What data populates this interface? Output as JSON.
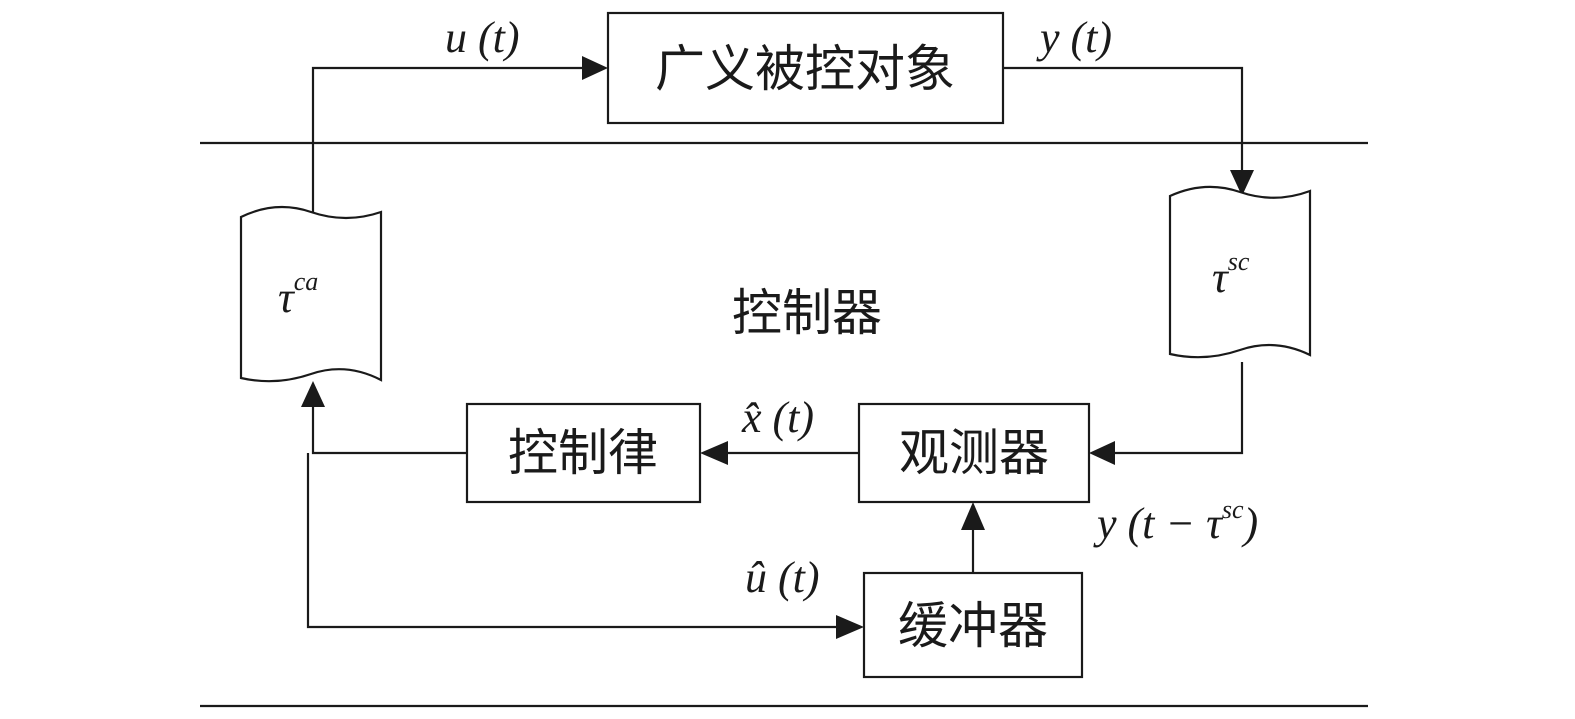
{
  "blocks": {
    "plant": "广义被控对象",
    "controller_label": "控制器",
    "control_law": "控制律",
    "observer": "观测器",
    "buffer": "缓冲器"
  },
  "signals": {
    "u_t": "u (t)",
    "y_t": "y (t)",
    "xhat_t": "x̂ (t)",
    "uhat_t": "û (t)",
    "y_delayed": "y (t − τ",
    "y_delayed_sup": "sc",
    "y_delayed_close": ")"
  },
  "delays": {
    "tau_ca_base": "τ",
    "tau_ca_sup": "ca",
    "tau_sc_base": "τ",
    "tau_sc_sup": "sc"
  }
}
